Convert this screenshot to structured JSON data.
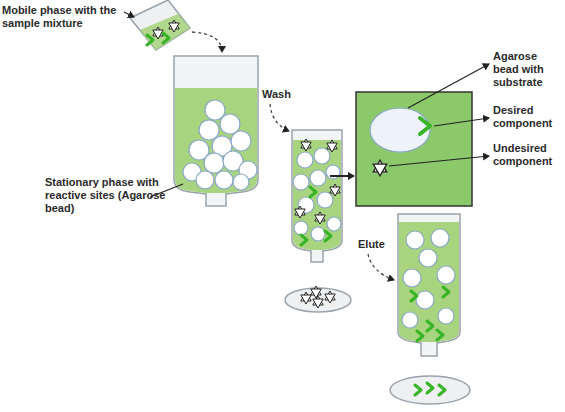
{
  "diagram": {
    "labels": [
      "Mobile phase with the sample mixture",
      "Stationary phase with reactive sites (Agarose bead)",
      "Wash",
      "Agarose bead with substrate",
      "Desired component",
      "Undesired component",
      "Elute"
    ]
  }
}
